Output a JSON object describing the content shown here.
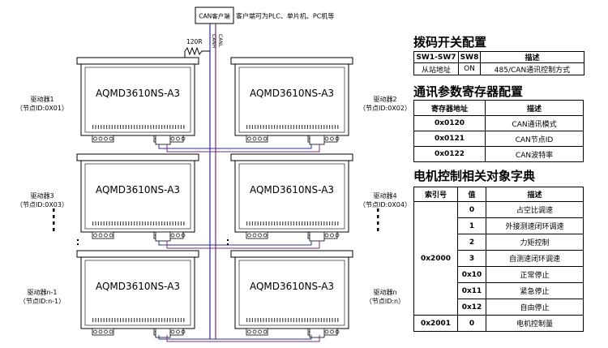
{
  "client": {
    "box_label": "CAN客户端",
    "note": "客户端可为PLC、单片机、PC机等",
    "resistor": "120R",
    "canh": "CANH",
    "canl": "CANL"
  },
  "drivers": [
    {
      "model": "AQMD3610NS-A3",
      "name": "驱动器1",
      "node": "（节点ID:0X01）"
    },
    {
      "model": "AQMD3610NS-A3",
      "name": "驱动器2",
      "node": "（节点ID:0X02）"
    },
    {
      "model": "AQMD3610NS-A3",
      "name": "驱动器3",
      "node": "（节点ID:0X03）"
    },
    {
      "model": "AQMD3610NS-A3",
      "name": "驱动器4",
      "node": "（节点ID:0X04）"
    },
    {
      "model": "AQMD3610NS-A3",
      "name": "驱动器n-1",
      "node": "（节点ID:n-1）"
    },
    {
      "model": "AQMD3610NS-A3",
      "name": "驱动器n",
      "node": "（节点ID:n）"
    }
  ],
  "dip": {
    "title": "拨码开关配置",
    "headers": [
      "SW1-SW7",
      "SW8",
      "描述"
    ],
    "row": [
      "从站地址",
      "ON",
      "485/CAN通讯控制方式"
    ]
  },
  "registers": {
    "title": "通讯参数寄存器配置",
    "headers": [
      "寄存器地址",
      "描述"
    ],
    "rows": [
      [
        "0x0120",
        "CAN通讯模式"
      ],
      [
        "0x0121",
        "CAN节点ID"
      ],
      [
        "0x0122",
        "CAN波特率"
      ]
    ]
  },
  "dictionary": {
    "title": "电机控制相关对象字典",
    "headers": [
      "索引号",
      "值",
      "描述"
    ],
    "index_2000": "0x2000",
    "rows_2000": [
      [
        "0",
        "占空比调速"
      ],
      [
        "1",
        "外接测速闭环调速"
      ],
      [
        "2",
        "力矩控制"
      ],
      [
        "3",
        "自测速闭环调速"
      ],
      [
        "0x10",
        "正常停止"
      ],
      [
        "0x11",
        "紧急停止"
      ],
      [
        "0x12",
        "自由停止"
      ]
    ],
    "index_2001": "0x2001",
    "row_2001": [
      "0",
      "电机控制量"
    ]
  },
  "colors": {
    "bus_line": "#2e2e9a",
    "cable_line": "#7a2b7a",
    "outline": "#000000"
  }
}
